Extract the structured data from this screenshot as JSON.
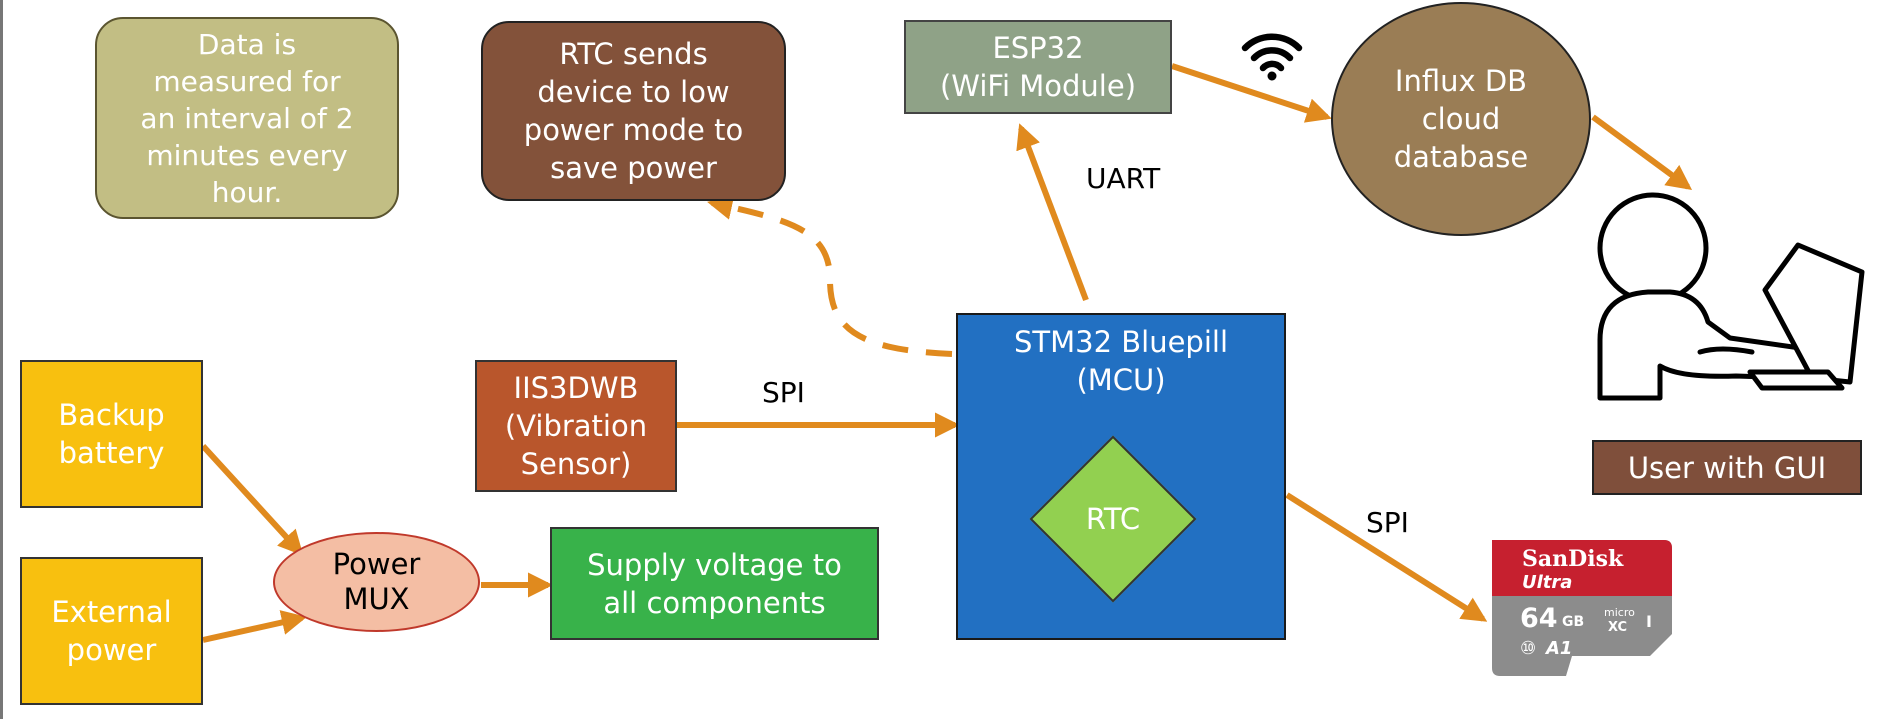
{
  "colors": {
    "arrow": "#E08A1E",
    "note_box": "#C2BE84",
    "rtc_note_box": "#83523A",
    "esp32_box": "#8FA287",
    "cloud": "#9A7D55",
    "user_label_box": "#7F4F3B",
    "sensor_box": "#B9562C",
    "mcu_box": "#2270C2",
    "rtc_diamond": "#92D050",
    "power_box": "#F8C00F",
    "mux": "#F4BEA4",
    "supply_box": "#38B24A",
    "sd_red": "#C6202F",
    "sd_grey": "#8C8C8C"
  },
  "nodes": {
    "note": "Data is\nmeasured for\nan interval of 2\nminutes every\nhour.",
    "rtc_note": "RTC sends\ndevice to low\npower mode to\nsave power",
    "esp32": "ESP32\n(WiFi Module)",
    "cloud_db": "Influx DB\ncloud\ndatabase",
    "user_gui": "User with GUI",
    "sensor": "IIS3DWB\n(Vibration\nSensor)",
    "mcu": "STM32 Bluepill\n(MCU)",
    "rtc": "RTC",
    "backup_battery": "Backup\nbattery",
    "external_power": "External\npower",
    "power_mux": "Power\nMUX",
    "supply": "Supply voltage to\nall components"
  },
  "edge_labels": {
    "uart": "UART",
    "spi_sensor": "SPI",
    "spi_sd": "SPI"
  },
  "sd_card": {
    "brand": "SanDisk",
    "line": "Ultra",
    "capacity": "64",
    "unit": "GB",
    "badge_micro": "micro",
    "badge_xc": "XC",
    "class_mark": "⑩",
    "a1": "A1",
    "uhs": "I"
  },
  "icons": {
    "wifi": "wifi-icon",
    "user": "user-laptop-icon",
    "sd": "microsd-card-icon"
  }
}
